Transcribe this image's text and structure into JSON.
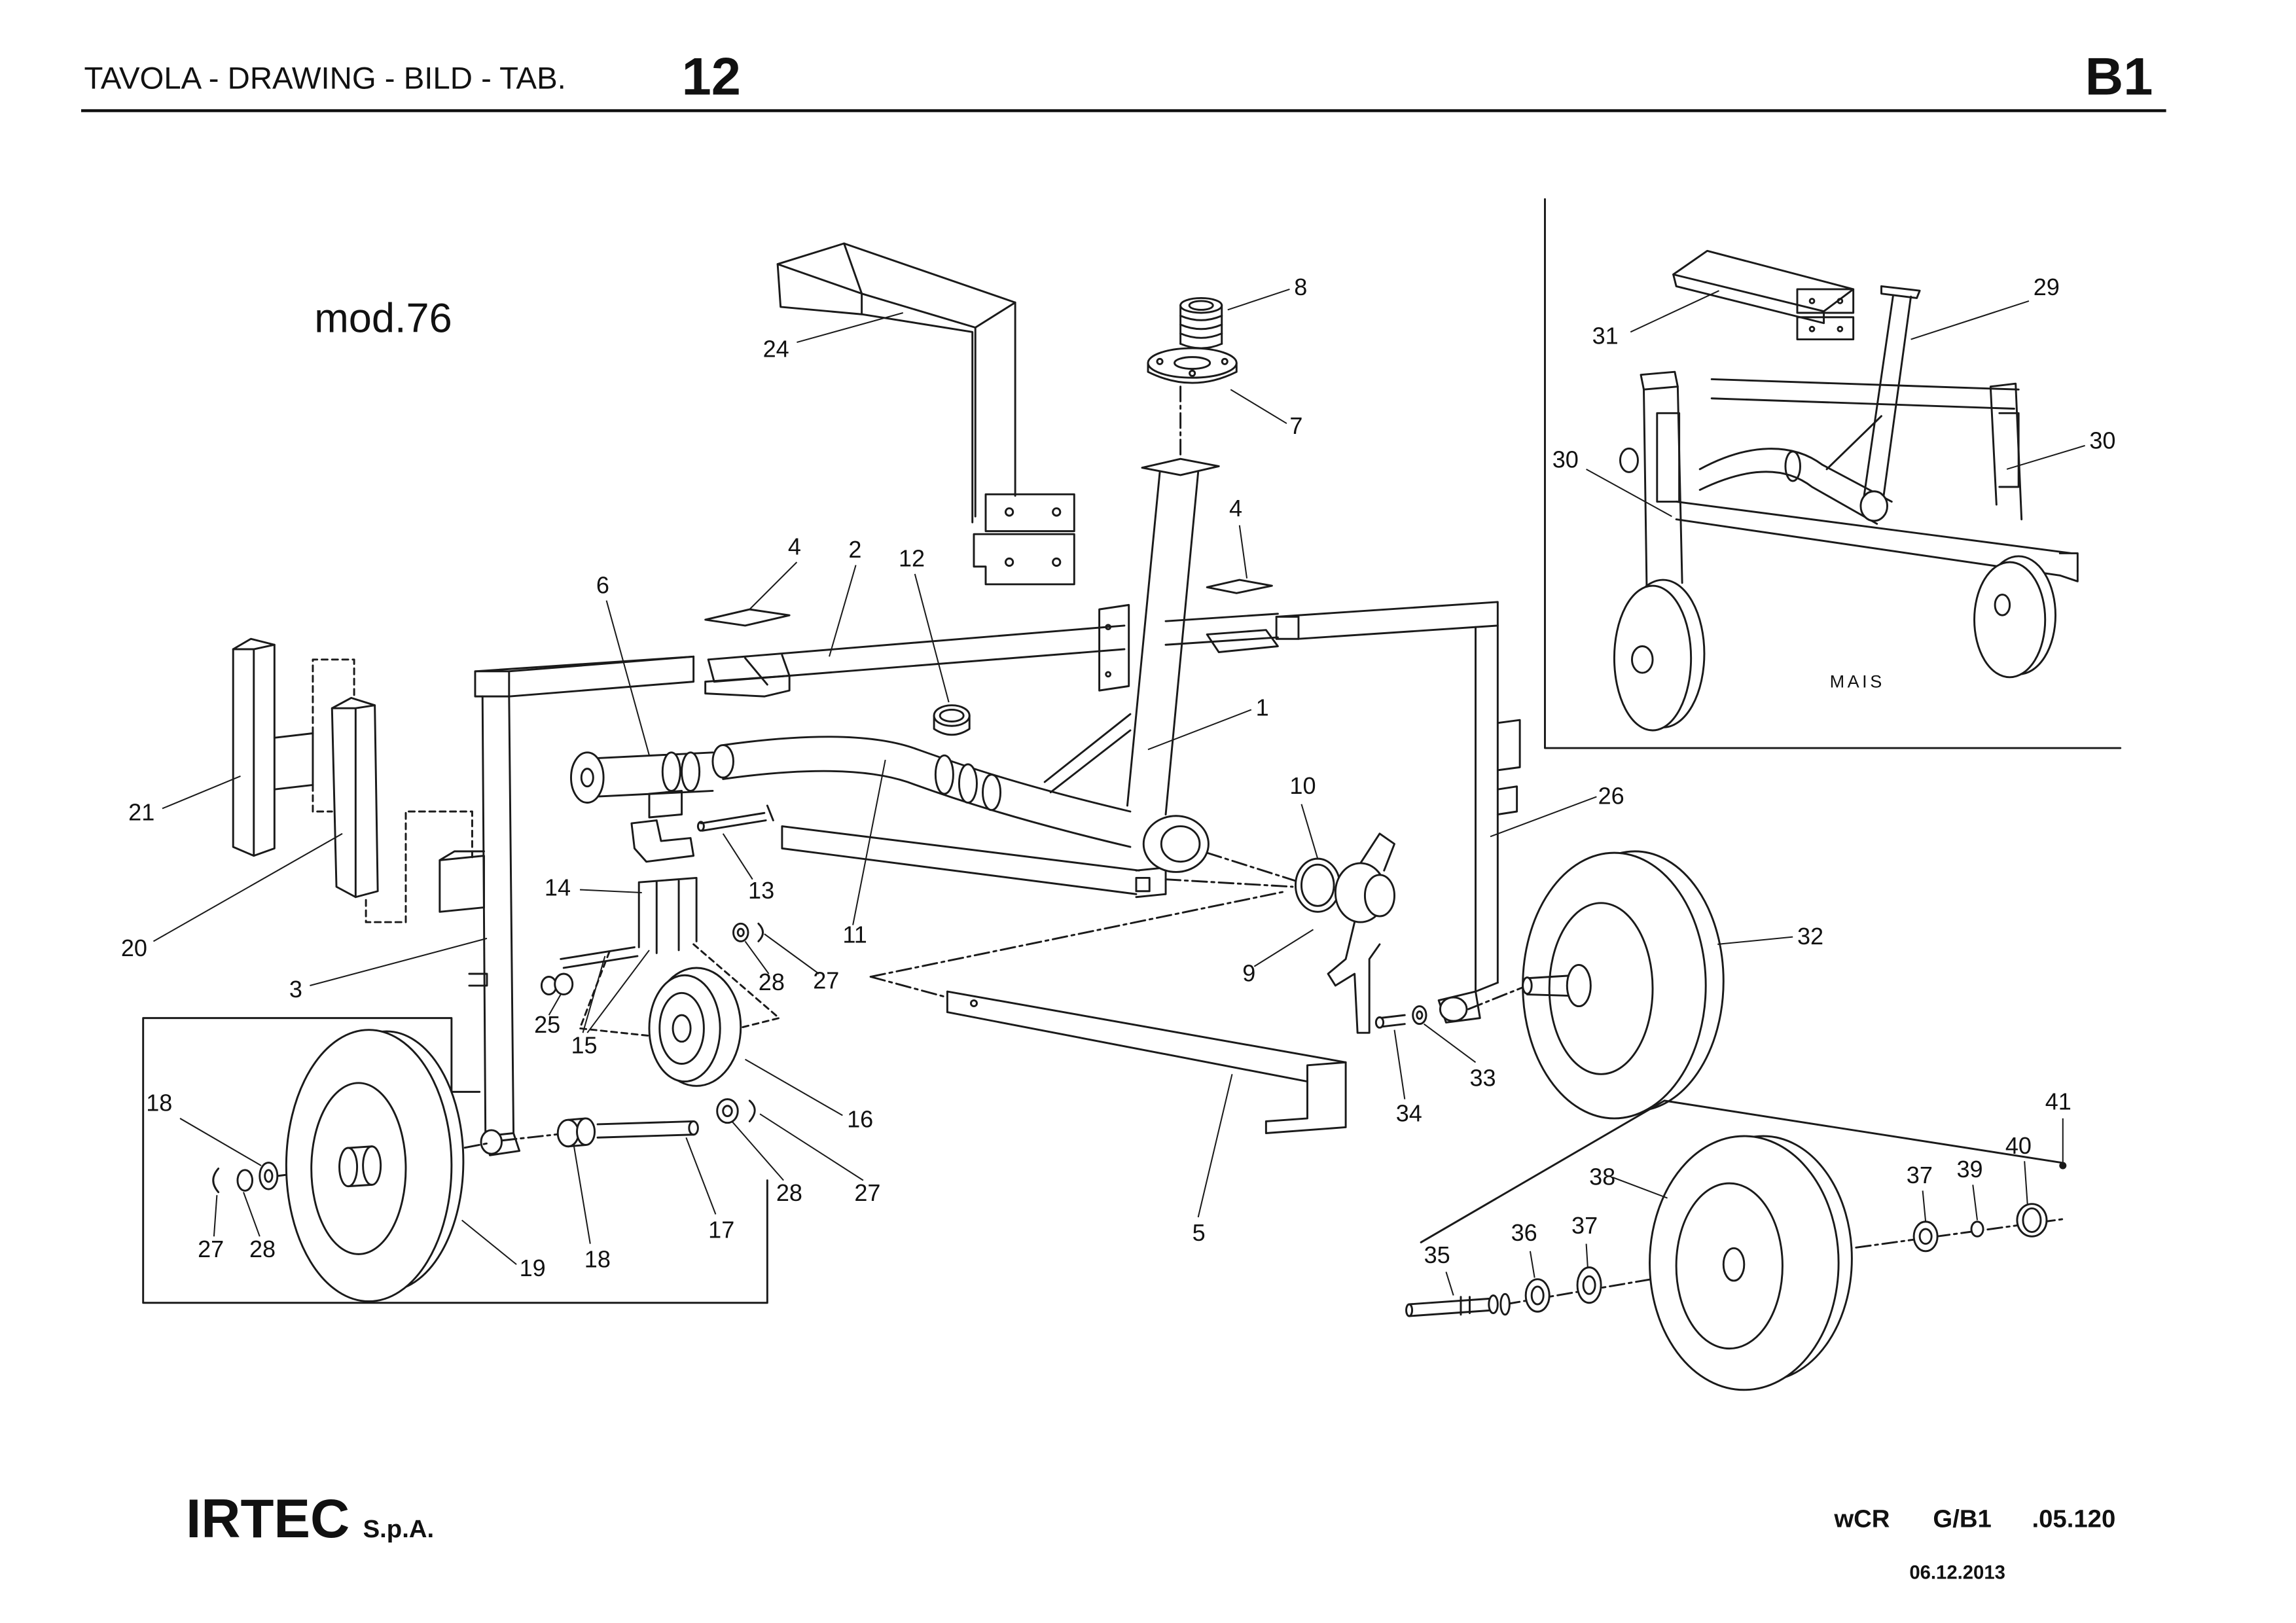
{
  "header": {
    "title": "TAVOLA - DRAWING - BILD - TAB.",
    "table_number": "12",
    "sheet_code": "B1"
  },
  "drawing": {
    "model_label": "mod.76",
    "inset_label": "MAIS"
  },
  "callouts": {
    "p1": "1",
    "p2": "2",
    "p3": "3",
    "p4": "4",
    "p5": "5",
    "p6": "6",
    "p7": "7",
    "p8": "8",
    "p9": "9",
    "p10": "10",
    "p11": "11",
    "p12": "12",
    "p13": "13",
    "p14": "14",
    "p15": "15",
    "p16": "16",
    "p17": "17",
    "p18": "18",
    "p19": "19",
    "p20": "20",
    "p21": "21",
    "p24": "24",
    "p25": "25",
    "p26": "26",
    "p27": "27",
    "p28": "28",
    "p29": "29",
    "p30": "30",
    "p31": "31",
    "p32": "32",
    "p33": "33",
    "p34": "34",
    "p35": "35",
    "p36": "36",
    "p37": "37",
    "p38": "38",
    "p39": "39",
    "p40": "40",
    "p41": "41"
  },
  "footer": {
    "company": "IRTEC",
    "company_suffix": "S.p.A.",
    "ref_code": "wCR",
    "ref_group": "G/B1",
    "ref_number": ".05.120",
    "date": "06.12.2013"
  }
}
